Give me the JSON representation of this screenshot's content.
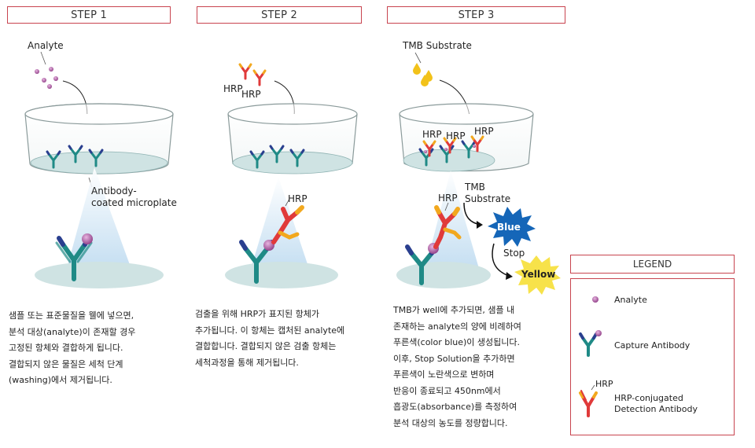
{
  "steps": [
    {
      "title": "STEP 1"
    },
    {
      "title": "STEP 2"
    },
    {
      "title": "STEP 3"
    }
  ],
  "step1": {
    "analyte_label": "Analyte",
    "plate_label_1": "Antibody-",
    "plate_label_2": "coated microplate",
    "description": [
      "샘플 또는 표준물질을 웰에 넣으면,",
      "분석 대상(analyte)이 존재할 경우",
      "고정된 항체와 결합하게 됩니다.",
      "결합되지 않은 물질은 세척 단계",
      "(washing)에서 제거됩니다."
    ]
  },
  "step2": {
    "hrp_top_1": "HRP",
    "hrp_top_2": "HRP",
    "hrp_zoom": "HRP",
    "description": [
      "검출을 위해 HRP가 표지된 항체가",
      "추가됩니다. 이 항체는 캡처된 analyte에",
      "결합합니다. 결합되지 않은 검출 항체는",
      "세척과정을 통해 제거됩니다."
    ]
  },
  "step3": {
    "tmb_label": "TMB Substrate",
    "hrp_well": [
      "HRP",
      "HRP",
      "HRP"
    ],
    "hrp_zoom": "HRP",
    "tmb_zoom_1": "TMB",
    "tmb_zoom_2": "Substrate",
    "blue_label": "Blue",
    "stop_label": "Stop",
    "yellow_label": "Yellow",
    "description": [
      "TMB가 well에 추가되면, 샘플 내",
      "존재하는 analyte의 양에 비례하여",
      "푸른색(color blue)이 생성됩니다.",
      "이후, Stop Solution을 추가하면",
      "푸른색이 노란색으로 변하며",
      "반응이 종료되고 450nm에서",
      "흡광도(absorbance)를 측정하여",
      "분석 대상의 농도를 정량합니다."
    ]
  },
  "legend": {
    "title": "LEGEND",
    "analyte": "Analyte",
    "capture": "Capture Antibody",
    "hrp": "HRP",
    "detection_1": "HRP-conjugated",
    "detection_2": "Detection Antibody"
  },
  "colors": {
    "frame": "#c8444f",
    "analyte": "#a64a9a",
    "capture_antibody": "#1f8a86",
    "capture_tip": "#2a3f8f",
    "detection_antibody": "#e03a3a",
    "detection_tip": "#f2a81e",
    "tmb_drop": "#f2c21a",
    "blue_burst": "#1566b8",
    "yellow_burst": "#f7e24a",
    "well_fill": "#cfe3e3"
  }
}
